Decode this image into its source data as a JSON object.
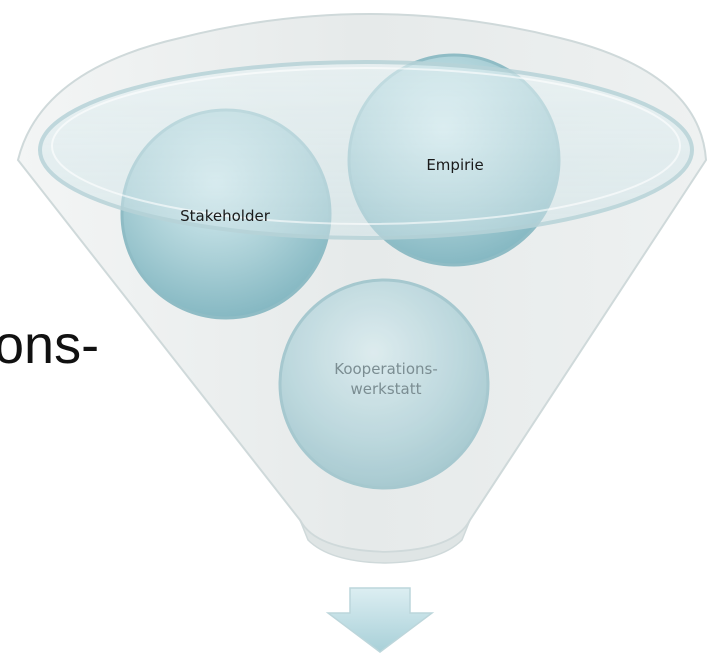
{
  "side_text": "ons-",
  "circles": [
    {
      "id": "stakeholder",
      "label": "Stakeholder"
    },
    {
      "id": "empirie",
      "label": "Empirie"
    },
    {
      "id": "kooperationswerkstatt",
      "lines": [
        "Kooperations-",
        "werkstatt"
      ]
    }
  ],
  "colors": {
    "circle_fill": "#a9cfd6",
    "circle_edge": "#6aa1ab",
    "funnel_fill": "#e9ecec",
    "funnel_edge": "#c9d6d8",
    "rim": "#cfe6ea",
    "arrow": "#bcdce3",
    "faded_label": "#7b8d92"
  }
}
